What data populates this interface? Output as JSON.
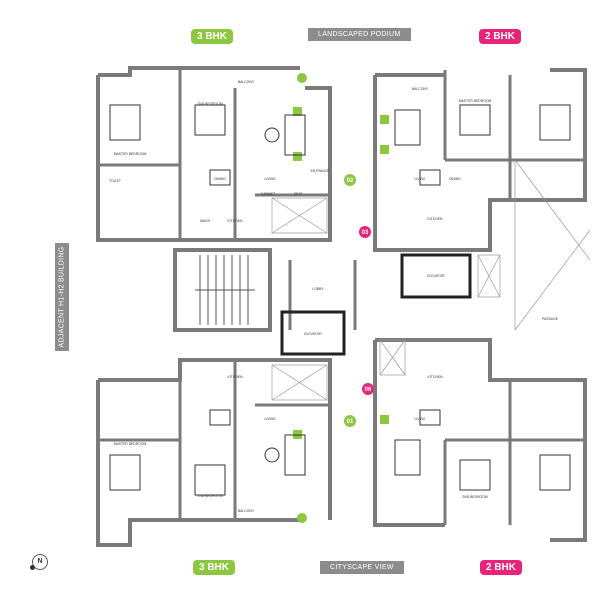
{
  "labels": {
    "top_left_unit": "3 BHK",
    "top_view": "LANDSCAPED PODIUM",
    "top_right_unit": "2 BHK",
    "bottom_left_unit": "3 BHK",
    "bottom_view": "CITYSCAPE VIEW",
    "bottom_right_unit": "2 BHK",
    "side": "ADJACENT H1-H2 BUILDING",
    "north": "N"
  },
  "unit_numbers": [
    "01",
    "02",
    "03",
    "06"
  ],
  "rooms": {
    "balcony": "BALCONY",
    "master_bedroom": "MASTER BEDROOM",
    "second_bedroom": "2ND BEDROOM",
    "living": "LIVING",
    "dining": "DINING",
    "kitchen": "KITCHEN",
    "wash": "WASH",
    "toilet": "TOILET",
    "entrance": "ENTRANCE",
    "cabinet": "CABINET",
    "seat": "SEAT",
    "lobby": "LOBBY",
    "elevator": "ELEVATOR",
    "passage": "PASSAGE"
  },
  "colors": {
    "bhk3": "#8dc63f",
    "bhk2": "#e8237a",
    "wall": "#7a7a7a",
    "banner": "#8c8c8c"
  }
}
